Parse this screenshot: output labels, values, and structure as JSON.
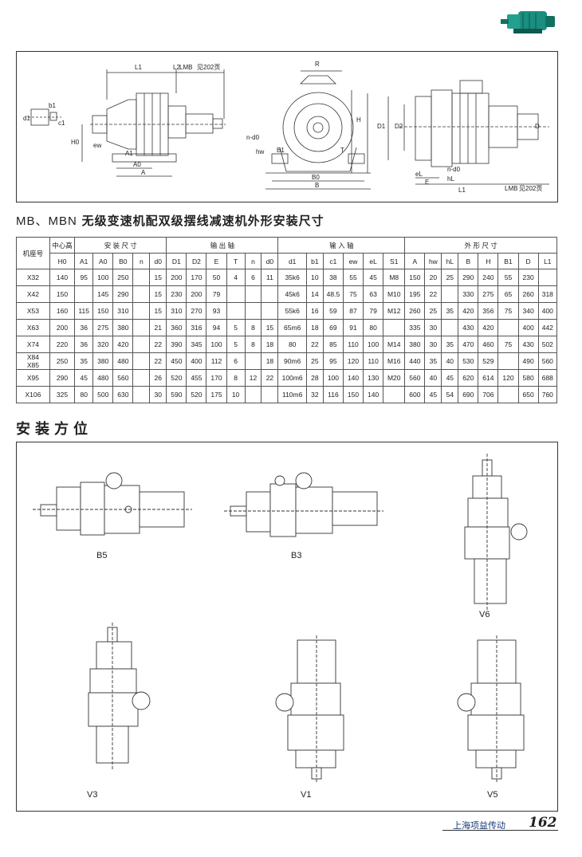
{
  "header_title_en": "MB、MBN",
  "header_title_cn": "无级变速机配双级摆线减速机外形安装尺寸",
  "section_title": "安装方位",
  "footer": {
    "company": "上海项益传动",
    "page": "162"
  },
  "drawing_labels": {
    "L1": "L1",
    "L2": "L2",
    "LMB": "LMB",
    "see_page": "见202页",
    "see_page2": "见202页",
    "R": "R",
    "H": "H",
    "H0": "H0",
    "A0": "A0",
    "A": "A",
    "B0": "B0",
    "B": "B",
    "ew": "ew",
    "n_d0": "n-d0",
    "n_d0b": "n-d0",
    "D1": "D1",
    "D2": "D2",
    "D": "D",
    "eL": "eL",
    "E": "E",
    "hL": "hL",
    "L1b": "L1",
    "LMBb": "LMB",
    "d1": "d1",
    "b1": "b1",
    "c1": "c1",
    "hw": "hw",
    "A1": "A1",
    "B1": "B1",
    "T": "T"
  },
  "positions": [
    "B5",
    "B3",
    "V6",
    "V3",
    "V1",
    "V5"
  ],
  "table": {
    "top_headers": [
      {
        "label": "机座号",
        "span": 1
      },
      {
        "label": "中心高",
        "span": 1
      },
      {
        "label": "安 装 尺 寸",
        "span": 4
      },
      {
        "label": "输 出 轴",
        "span": 6
      },
      {
        "label": "输 入 轴",
        "span": 6
      },
      {
        "label": "外 形 尺 寸",
        "span": 8
      }
    ],
    "sub_headers": [
      "H0",
      "A1",
      "A0",
      "B0",
      "n",
      "d0",
      "D1",
      "D2",
      "E",
      "T",
      "n",
      "d0",
      "d1",
      "b1",
      "c1",
      "ew",
      "eL",
      "S1",
      "A",
      "hw",
      "hL",
      "B",
      "H",
      "B1",
      "D",
      "L1"
    ],
    "rows": [
      {
        "model": "X32",
        "H0": "140",
        "A1": "95",
        "A0": "100",
        "B0": "250",
        "n": "",
        "d0": "15",
        "D1": "200",
        "D2": "170",
        "E": "50",
        "T": "4",
        "n2": "6",
        "d02": "11",
        "d1": "35k6",
        "b1": "10",
        "c1": "38",
        "ew": "55",
        "eL": "45",
        "S1": "M8",
        "A": "150",
        "hw": "20",
        "hL": "25",
        "B": "290",
        "H": "240",
        "B1": "55",
        "D": "230",
        "L1": ""
      },
      {
        "model": "X42",
        "H0": "150",
        "A1": "",
        "A0": "145",
        "B0": "290",
        "n": "",
        "d0": "15",
        "D1": "230",
        "D2": "200",
        "E": "79",
        "T": "",
        "n2": "",
        "d02": "",
        "d1": "45k6",
        "b1": "14",
        "c1": "48.5",
        "ew": "75",
        "eL": "63",
        "S1": "M10",
        "A": "195",
        "hw": "22",
        "hL": "",
        "B": "330",
        "H": "275",
        "B1": "65",
        "D": "260",
        "L1": "318"
      },
      {
        "model": "X53",
        "H0": "160",
        "A1": "115",
        "A0": "150",
        "B0": "310",
        "n": "",
        "d0": "15",
        "D1": "310",
        "D2": "270",
        "E": "93",
        "T": "",
        "n2": "",
        "d02": "",
        "d1": "55k6",
        "b1": "16",
        "c1": "59",
        "ew": "87",
        "eL": "79",
        "S1": "M12",
        "A": "260",
        "hw": "25",
        "hL": "35",
        "B": "420",
        "H": "356",
        "B1": "75",
        "D": "340",
        "L1": "400"
      },
      {
        "model": "X63",
        "H0": "200",
        "A1": "36",
        "A0": "275",
        "B0": "380",
        "n": "",
        "d0": "21",
        "D1": "360",
        "D2": "316",
        "E": "94",
        "T": "5",
        "n2": "8",
        "d02": "15",
        "d1": "65m6",
        "b1": "18",
        "c1": "69",
        "ew": "91",
        "eL": "80",
        "S1": "",
        "A": "335",
        "hw": "30",
        "hL": "",
        "B": "430",
        "H": "420",
        "B1": "",
        "D": "400",
        "L1": "442"
      },
      {
        "model": "X74",
        "H0": "220",
        "A1": "36",
        "A0": "320",
        "B0": "420",
        "n": "",
        "d0": "22",
        "D1": "390",
        "D2": "345",
        "E": "100",
        "T": "5",
        "n2": "8",
        "d02": "18",
        "d1": "80",
        "b1": "22",
        "c1": "85",
        "ew": "110",
        "eL": "100",
        "S1": "M14",
        "A": "380",
        "hw": "30",
        "hL": "35",
        "B": "470",
        "H": "460",
        "B1": "75",
        "D": "430",
        "L1": "502"
      },
      {
        "model": "X84\nX85",
        "H0": "250",
        "A1": "35",
        "A0": "380",
        "B0": "480",
        "n": "",
        "d0": "22",
        "D1": "450",
        "D2": "400",
        "E": "112",
        "T": "6",
        "n2": "",
        "d02": "18",
        "d1": "90m6",
        "b1": "25",
        "c1": "95",
        "ew": "120",
        "eL": "110",
        "S1": "M16",
        "A": "440",
        "hw": "35",
        "hL": "40",
        "B": "530",
        "H": "529",
        "B1": "",
        "D": "490",
        "L1": "560"
      },
      {
        "model": "X95",
        "H0": "290",
        "A1": "45",
        "A0": "480",
        "B0": "560",
        "n": "",
        "d0": "26",
        "D1": "520",
        "D2": "455",
        "E": "170",
        "T": "8",
        "n2": "12",
        "d02": "22",
        "d1": "100m6",
        "b1": "28",
        "c1": "100",
        "ew": "140",
        "eL": "130",
        "S1": "M20",
        "A": "560",
        "hw": "40",
        "hL": "45",
        "B": "620",
        "H": "614",
        "B1": "120",
        "D": "580",
        "L1": "688"
      },
      {
        "model": "X106",
        "H0": "325",
        "A1": "80",
        "A0": "500",
        "B0": "630",
        "n": "",
        "d0": "30",
        "D1": "590",
        "D2": "520",
        "E": "175",
        "T": "10",
        "n2": "",
        "d02": "",
        "d1": "110m6",
        "b1": "32",
        "c1": "116",
        "ew": "150",
        "eL": "140",
        "S1": "",
        "A": "600",
        "hw": "45",
        "hL": "54",
        "B": "690",
        "H": "706",
        "B1": "",
        "D": "650",
        "L1": "760"
      }
    ]
  }
}
